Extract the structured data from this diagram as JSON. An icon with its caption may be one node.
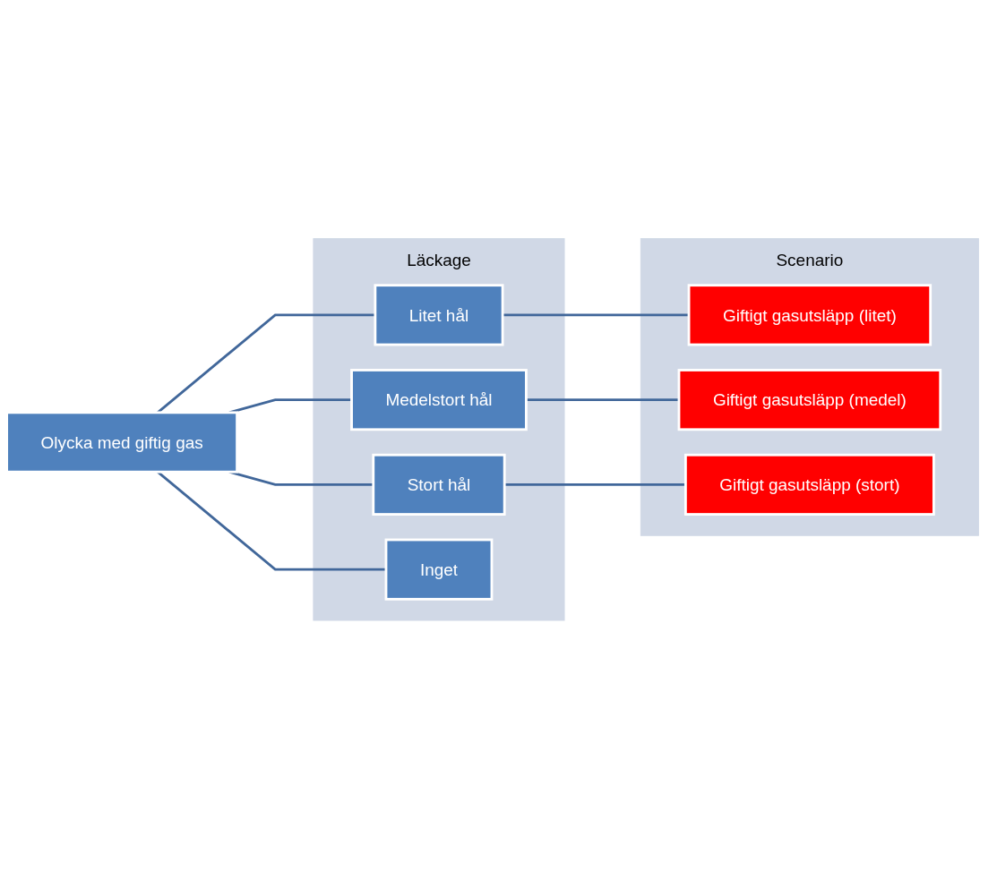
{
  "diagram": {
    "nodes": [
      {
        "text": [
          "Olycka med giftig gas"
        ]
      },
      {
        "text": [
          "Läckage"
        ]
      },
      {
        "text": [
          "Litet hål"
        ],
        "in": 1
      },
      {
        "text": [
          "Medelstort hål"
        ],
        "in": 1
      },
      {
        "text": [
          "Stort hål"
        ],
        "in": 1
      },
      {
        "text": [
          "Inget"
        ],
        "in": 1
      },
      {
        "text": [
          "Scenario"
        ]
      },
      {
        "text": [
          "Giftigt gasutsläpp (litet)"
        ],
        "in": 6
      },
      {
        "text": [
          "Giftigt gasutsläpp (medel)"
        ],
        "in": 6
      },
      {
        "text": [
          "Giftigt gasutsläpp (stort)"
        ],
        "in": 6
      }
    ],
    "edges": [
      {
        "from": 0,
        "to": 2,
        "arrow": "none"
      },
      {
        "from": 0,
        "to": 3,
        "arrow": "none"
      },
      {
        "from": 0,
        "to": 4,
        "arrow": "none"
      },
      {
        "from": 0,
        "to": 5,
        "arrow": "none"
      },
      {
        "from": 2,
        "to": 7,
        "arrow": "none"
      },
      {
        "from": 3,
        "to": 8,
        "arrow": "none"
      },
      {
        "from": 4,
        "to": 9,
        "arrow": "none"
      }
    ]
  }
}
